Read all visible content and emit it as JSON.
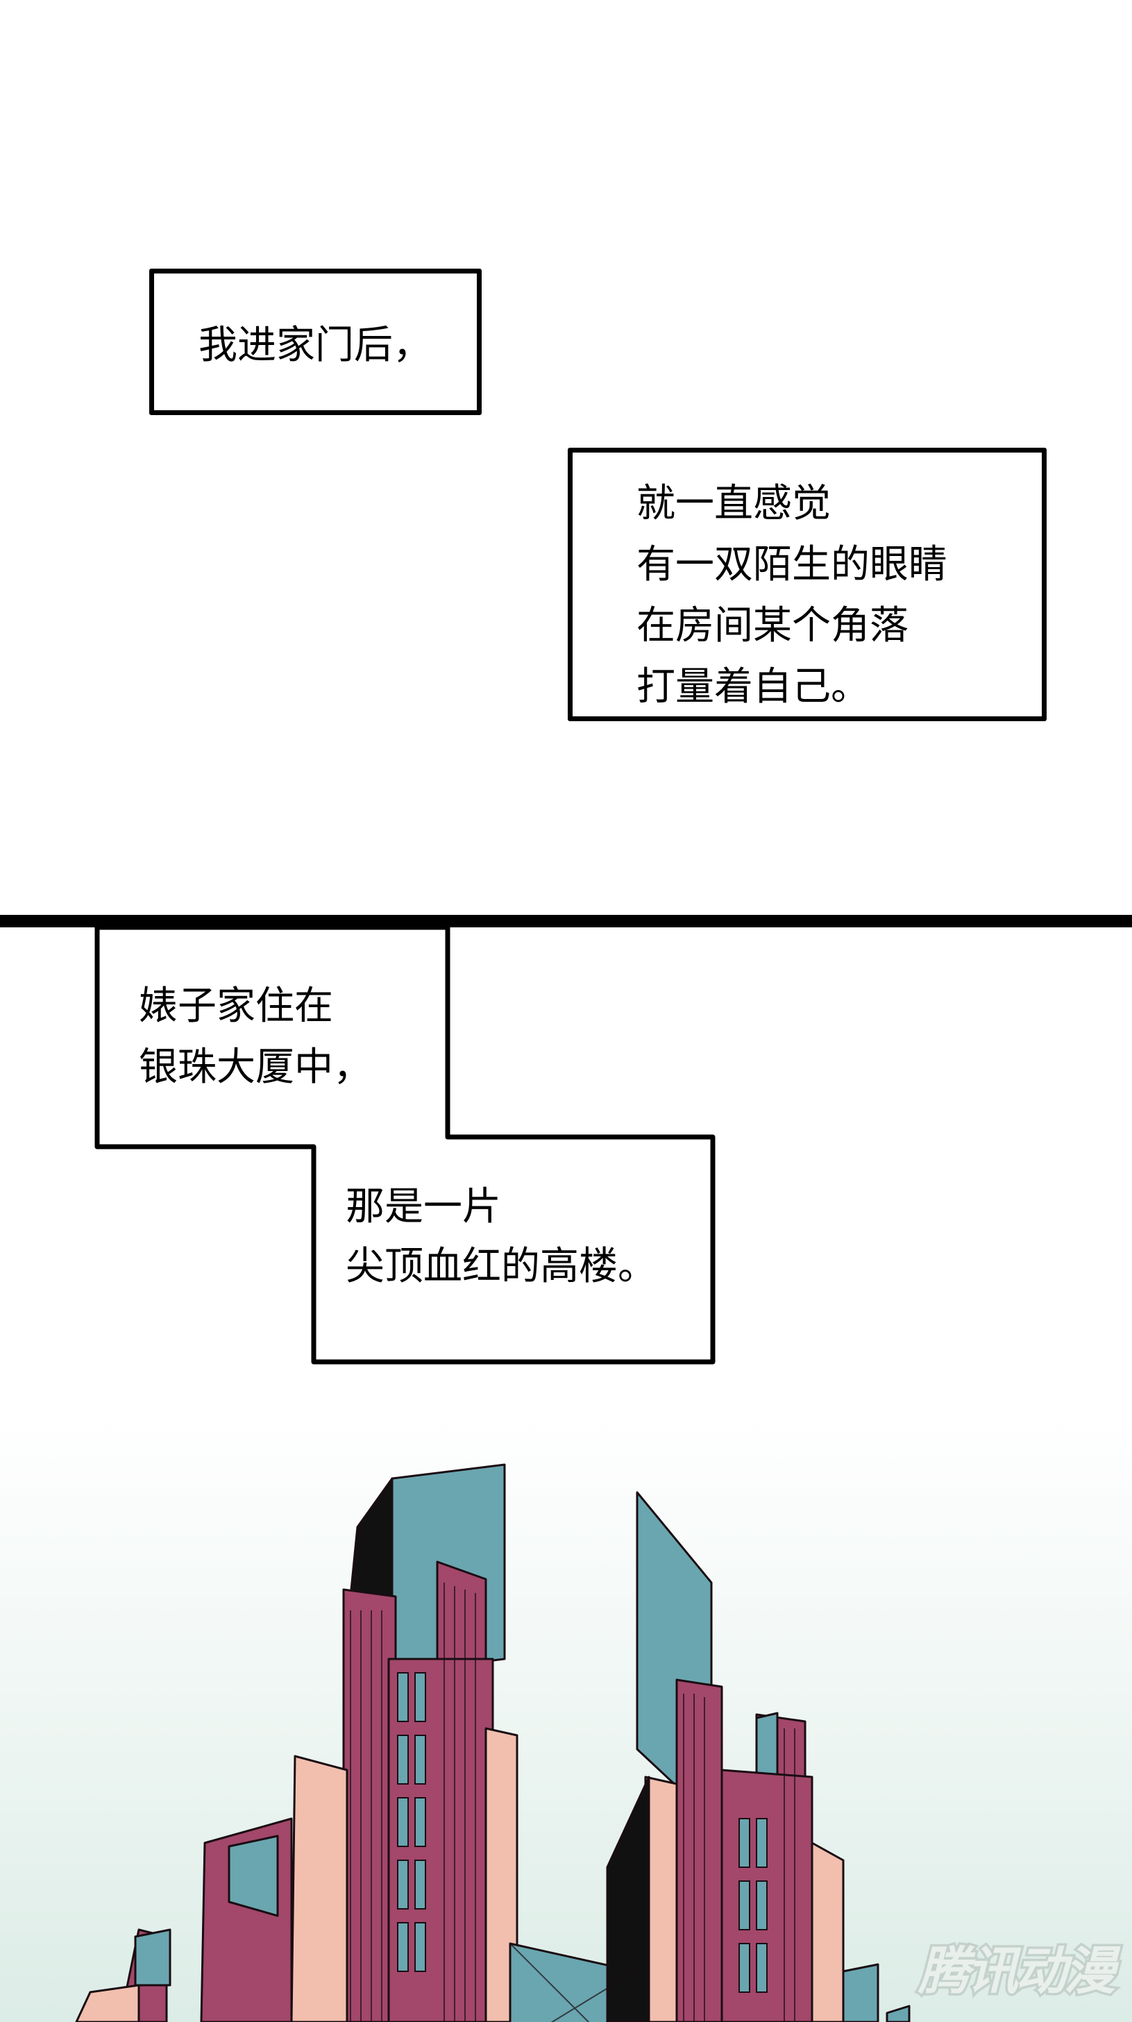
{
  "panel1": {
    "caption_1": {
      "lines": [
        "我进家门后，"
      ]
    },
    "caption_2": {
      "lines": [
        "就一直感觉",
        "有一双陌生的眼睛",
        "在房间某个角落",
        "打量着自己。"
      ]
    }
  },
  "panel2": {
    "caption_3": {
      "lines": [
        "婊子家住在",
        "银珠大厦中，"
      ]
    },
    "caption_4": {
      "lines": [
        "那是一片",
        "尖顶血红的高楼。"
      ]
    },
    "illustration": "twin skyscrapers with crimson facades, teal glass spires and a skybridge",
    "colors": {
      "facade": "#a3476b",
      "glass": "#6aa6b0",
      "accent": "#f2bfae",
      "outline": "#1a0d12"
    }
  },
  "watermark": "腾讯动漫"
}
